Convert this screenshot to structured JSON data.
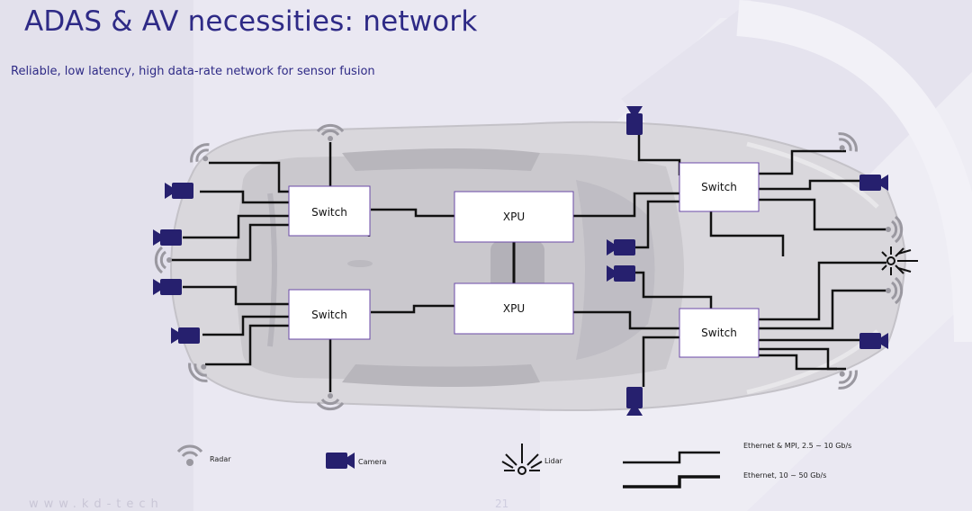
{
  "title": "ADAS & AV necessities: network",
  "subtitle": "Reliable, low latency, high data-rate network for sensor fusion",
  "nodes": {
    "switch_front_left": "Switch",
    "switch_rear_left": "Switch",
    "xpu_top": "XPU",
    "xpu_bottom": "XPU",
    "switch_front_right": "Switch",
    "switch_rear_right": "Switch"
  },
  "legend": {
    "radar": "Radar",
    "camera": "Camera",
    "lidar": "Lidar",
    "ethernet_mpi": "Ethernet & MPI, 2.5 ~ 10 Gb/s",
    "ethernet": "Ethernet, 10 ~ 50 Gb/s"
  },
  "footer": {
    "url": "www.kd-tech",
    "page": "21"
  },
  "colors": {
    "accent": "#2e2a86",
    "camera": "#26206e",
    "switch_border": "#6b4aa8",
    "line": "#111111"
  }
}
